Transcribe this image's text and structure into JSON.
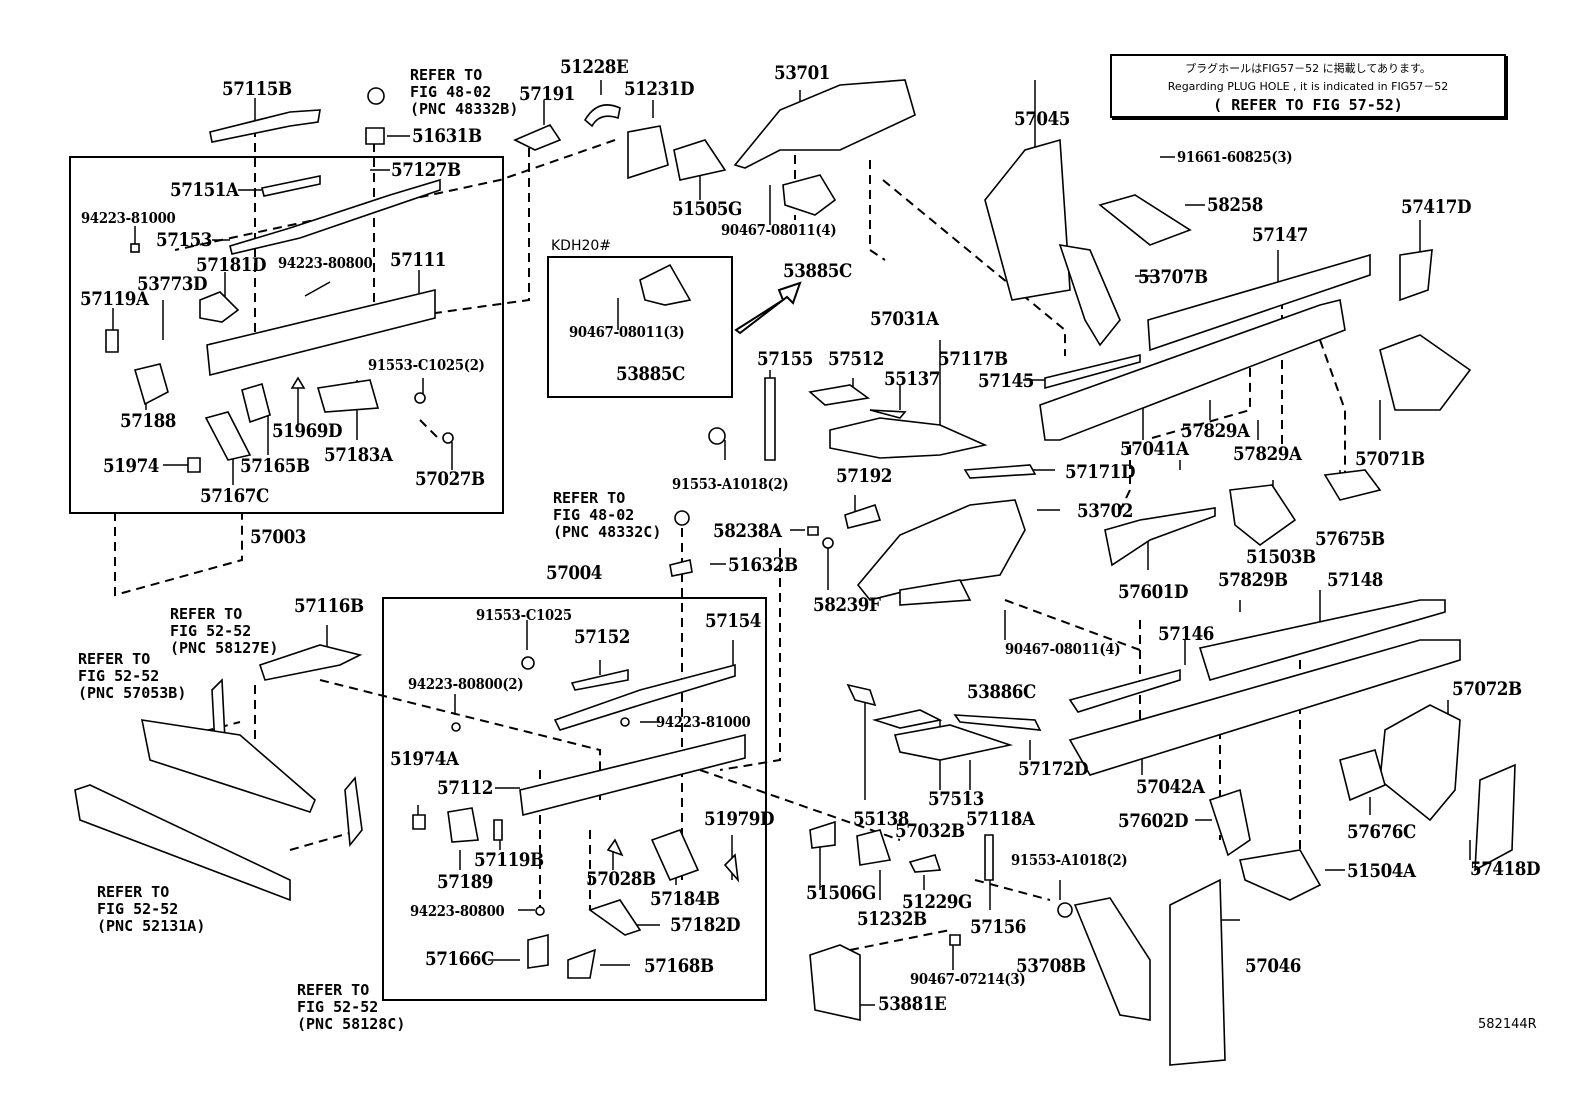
{
  "note": {
    "line1": "プラグホールはFIG57－52 に掲載してあります。",
    "line2": "Regarding PLUG HOLE , it is indicated in FIG57－52",
    "line3": "( REFER TO FIG 57-52)"
  },
  "figure_id": "582144R",
  "variant_label": "KDH20#",
  "groups": {
    "g57003": "57003",
    "g57004": "57004",
    "g57031A": "57031A",
    "g57032B": "57032B",
    "g53885C_a": "53885C",
    "g53885C_b": "53885C",
    "g53886C": "53886C"
  },
  "refers": [
    {
      "id": "r1",
      "text": "REFER TO\nFIG 48-02\n(PNC 48332B)"
    },
    {
      "id": "r2",
      "text": "REFER TO\nFIG 48-02\n(PNC 48332C)"
    },
    {
      "id": "r3",
      "text": "REFER TO\nFIG 52-52\n(PNC 58127E)"
    },
    {
      "id": "r4",
      "text": "REFER TO\nFIG 52-52\n(PNC 57053B)"
    },
    {
      "id": "r5",
      "text": "REFER TO\nFIG 52-52\n(PNC 52131A)"
    },
    {
      "id": "r6",
      "text": "REFER TO\nFIG 52-52\n(PNC 58128C)"
    }
  ],
  "parts": [
    {
      "id": "p01",
      "pn": "57115B"
    },
    {
      "id": "p02",
      "pn": "51631B"
    },
    {
      "id": "p03",
      "pn": "57127B"
    },
    {
      "id": "p04",
      "pn": "57151A"
    },
    {
      "id": "p05",
      "pn": "94223-81000"
    },
    {
      "id": "p06",
      "pn": "57153"
    },
    {
      "id": "p07",
      "pn": "57181D"
    },
    {
      "id": "p08",
      "pn": "94223-80800"
    },
    {
      "id": "p09",
      "pn": "57111"
    },
    {
      "id": "p10",
      "pn": "53773D"
    },
    {
      "id": "p11",
      "pn": "57119A"
    },
    {
      "id": "p12",
      "pn": "91553-C1025(2)"
    },
    {
      "id": "p13",
      "pn": "57188"
    },
    {
      "id": "p14",
      "pn": "51969D"
    },
    {
      "id": "p15",
      "pn": "57183A"
    },
    {
      "id": "p16",
      "pn": "51974"
    },
    {
      "id": "p17",
      "pn": "57165B"
    },
    {
      "id": "p18",
      "pn": "57027B"
    },
    {
      "id": "p19",
      "pn": "57167C"
    },
    {
      "id": "p20",
      "pn": "57191"
    },
    {
      "id": "p21",
      "pn": "51228E"
    },
    {
      "id": "p22",
      "pn": "51231D"
    },
    {
      "id": "p23",
      "pn": "51505G"
    },
    {
      "id": "p24",
      "pn": "53701"
    },
    {
      "id": "p25",
      "pn": "90467-08011(4)"
    },
    {
      "id": "p26",
      "pn": "90467-08011(3)"
    },
    {
      "id": "p27",
      "pn": "57155"
    },
    {
      "id": "p28",
      "pn": "57512"
    },
    {
      "id": "p29",
      "pn": "57117B"
    },
    {
      "id": "p30",
      "pn": "55137"
    },
    {
      "id": "p31",
      "pn": "57145"
    },
    {
      "id": "p32",
      "pn": "91553-A1018(2)"
    },
    {
      "id": "p33",
      "pn": "57171D"
    },
    {
      "id": "p34",
      "pn": "57192"
    },
    {
      "id": "p35",
      "pn": "58238A"
    },
    {
      "id": "p36",
      "pn": "51632B"
    },
    {
      "id": "p37",
      "pn": "58239F"
    },
    {
      "id": "p38",
      "pn": "53702"
    },
    {
      "id": "p39",
      "pn": "57045"
    },
    {
      "id": "p40",
      "pn": "91661-60825(3)"
    },
    {
      "id": "p41",
      "pn": "58258"
    },
    {
      "id": "p42",
      "pn": "53707B"
    },
    {
      "id": "p43",
      "pn": "57147"
    },
    {
      "id": "p44",
      "pn": "57417D"
    },
    {
      "id": "p45",
      "pn": "57041A"
    },
    {
      "id": "p46",
      "pn": "57829A"
    },
    {
      "id": "p47",
      "pn": "57829A"
    },
    {
      "id": "p48",
      "pn": "57071B"
    },
    {
      "id": "p49",
      "pn": "51503B"
    },
    {
      "id": "p50",
      "pn": "57675B"
    },
    {
      "id": "p51",
      "pn": "57601D"
    },
    {
      "id": "p52",
      "pn": "57829B"
    },
    {
      "id": "p53",
      "pn": "57148"
    },
    {
      "id": "p54",
      "pn": "57146"
    },
    {
      "id": "p55",
      "pn": "90467-08011(4)"
    },
    {
      "id": "p56",
      "pn": "57072B"
    },
    {
      "id": "p57",
      "pn": "57042A"
    },
    {
      "id": "p58",
      "pn": "57602D"
    },
    {
      "id": "p59",
      "pn": "57676C"
    },
    {
      "id": "p60",
      "pn": "51504A"
    },
    {
      "id": "p61",
      "pn": "57418D"
    },
    {
      "id": "p62",
      "pn": "57116B"
    },
    {
      "id": "p63",
      "pn": "91553-C1025"
    },
    {
      "id": "p64",
      "pn": "57152"
    },
    {
      "id": "p65",
      "pn": "57154"
    },
    {
      "id": "p66",
      "pn": "94223-80800(2)"
    },
    {
      "id": "p67",
      "pn": "94223-81000"
    },
    {
      "id": "p68",
      "pn": "51974A"
    },
    {
      "id": "p69",
      "pn": "57112"
    },
    {
      "id": "p70",
      "pn": "57119B"
    },
    {
      "id": "p71",
      "pn": "57189"
    },
    {
      "id": "p72",
      "pn": "57028B"
    },
    {
      "id": "p73",
      "pn": "57184B"
    },
    {
      "id": "p74",
      "pn": "51979D"
    },
    {
      "id": "p75",
      "pn": "94223-80800"
    },
    {
      "id": "p76",
      "pn": "57182D"
    },
    {
      "id": "p77",
      "pn": "57166C"
    },
    {
      "id": "p78",
      "pn": "57168B"
    },
    {
      "id": "p79",
      "pn": "55138"
    },
    {
      "id": "p80",
      "pn": "57513"
    },
    {
      "id": "p81",
      "pn": "57118A"
    },
    {
      "id": "p82",
      "pn": "57172D"
    },
    {
      "id": "p83",
      "pn": "51506G"
    },
    {
      "id": "p84",
      "pn": "51232B"
    },
    {
      "id": "p85",
      "pn": "51229G"
    },
    {
      "id": "p86",
      "pn": "57156"
    },
    {
      "id": "p87",
      "pn": "91553-A1018(2)"
    },
    {
      "id": "p88",
      "pn": "53708B"
    },
    {
      "id": "p89",
      "pn": "57046"
    },
    {
      "id": "p90",
      "pn": "90467-07214(3)"
    },
    {
      "id": "p91",
      "pn": "53881E"
    }
  ]
}
